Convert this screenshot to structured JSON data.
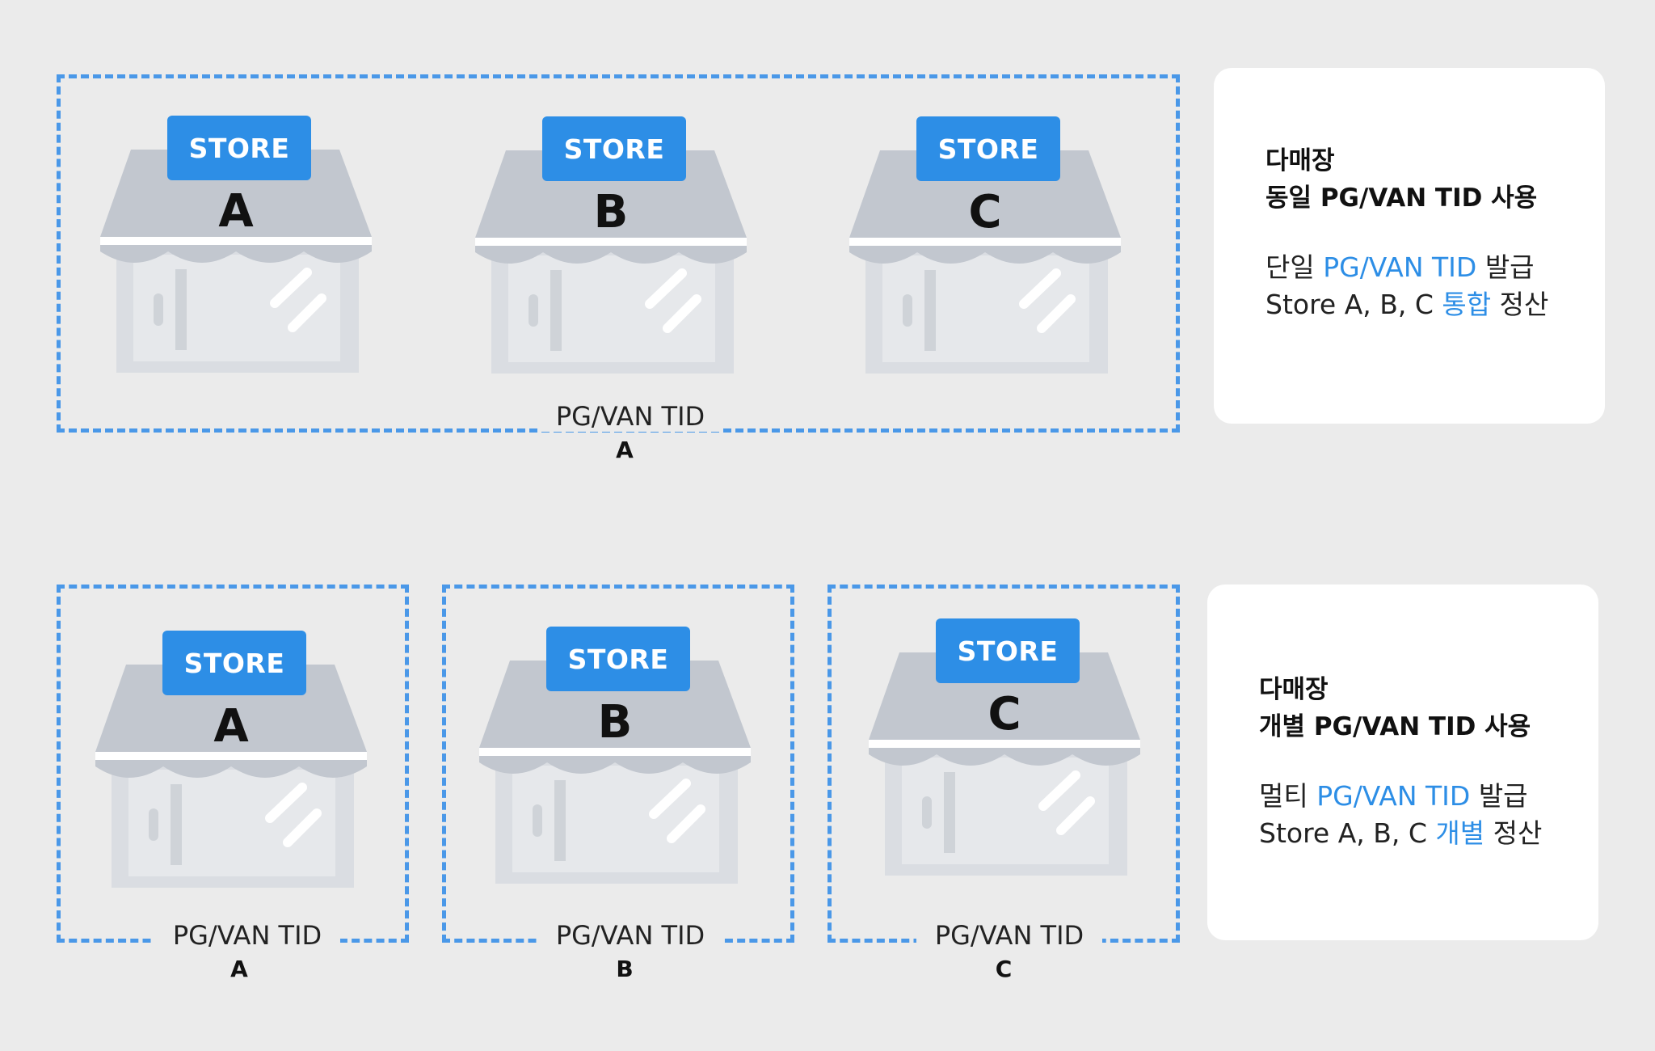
{
  "colors": {
    "accent": "#2d8ee6",
    "dashed": "#4a98e8",
    "roof": "#c2c7cf",
    "building": "#dadde2"
  },
  "top": {
    "stores": [
      {
        "sign": "STORE",
        "letter": "A"
      },
      {
        "sign": "STORE",
        "letter": "B"
      },
      {
        "sign": "STORE",
        "letter": "C"
      }
    ],
    "tid": {
      "label": "PG/VAN TID",
      "letter": "A"
    },
    "card": {
      "title1": "다매장",
      "title2": "동일 PG/VAN TID 사용",
      "line1_pre": "단일 ",
      "line1_hl": "PG/VAN TID",
      "line1_post": " 발급",
      "line2_pre": "Store A, B, C ",
      "line2_hl": "통합",
      "line2_post": " 정산"
    }
  },
  "bottom": {
    "stores": [
      {
        "sign": "STORE",
        "letter": "A",
        "tid_label": "PG/VAN TID",
        "tid_letter": "A"
      },
      {
        "sign": "STORE",
        "letter": "B",
        "tid_label": "PG/VAN TID",
        "tid_letter": "B"
      },
      {
        "sign": "STORE",
        "letter": "C",
        "tid_label": "PG/VAN TID",
        "tid_letter": "C"
      }
    ],
    "card": {
      "title1": "다매장",
      "title2": "개별 PG/VAN TID 사용",
      "line1_pre": "멀티 ",
      "line1_hl": "PG/VAN TID",
      "line1_post": " 발급",
      "line2_pre": "Store A, B, C ",
      "line2_hl": "개별",
      "line2_post": " 정산"
    }
  }
}
